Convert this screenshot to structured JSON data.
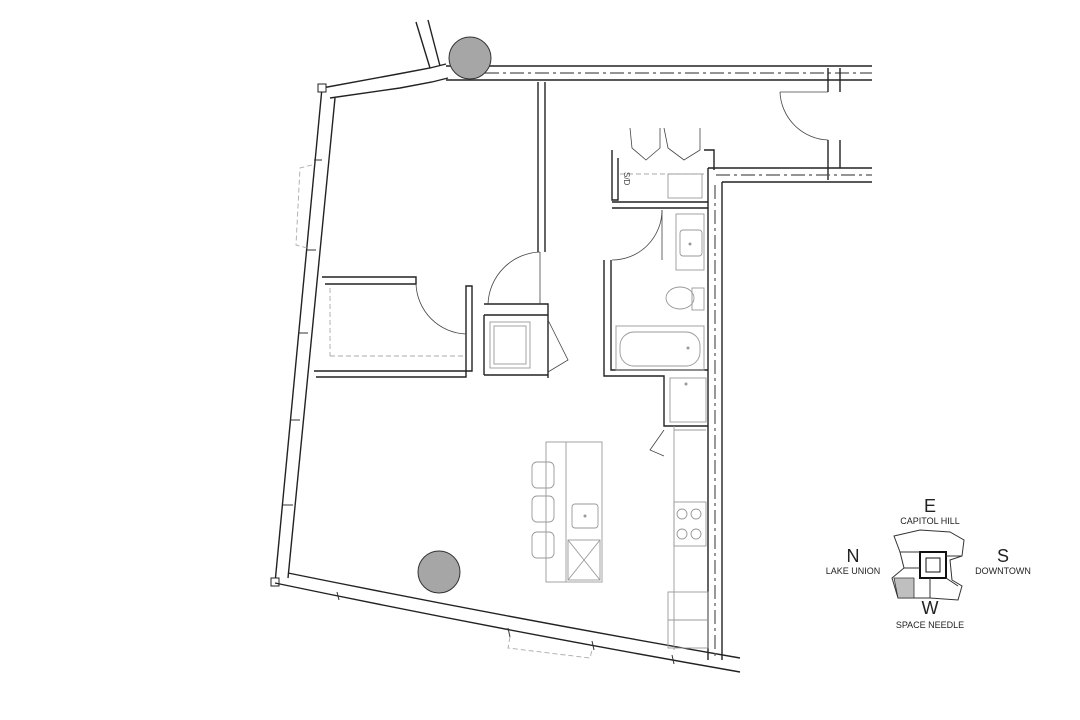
{
  "compass": {
    "e": {
      "letter": "E",
      "label": "CAPITOL HILL"
    },
    "n": {
      "letter": "N",
      "label": "LAKE UNION"
    },
    "s": {
      "letter": "S",
      "label": "DOWNTOWN"
    },
    "w": {
      "letter": "W",
      "label": "SPACE NEEDLE"
    }
  },
  "fixtures": {
    "stacked_washer_dryer_tag": "S/D"
  },
  "colors": {
    "wall": "#222222",
    "column": "#a6a6a6",
    "fixture": "#999999",
    "key_plan_highlight": "#bfbfbf"
  }
}
